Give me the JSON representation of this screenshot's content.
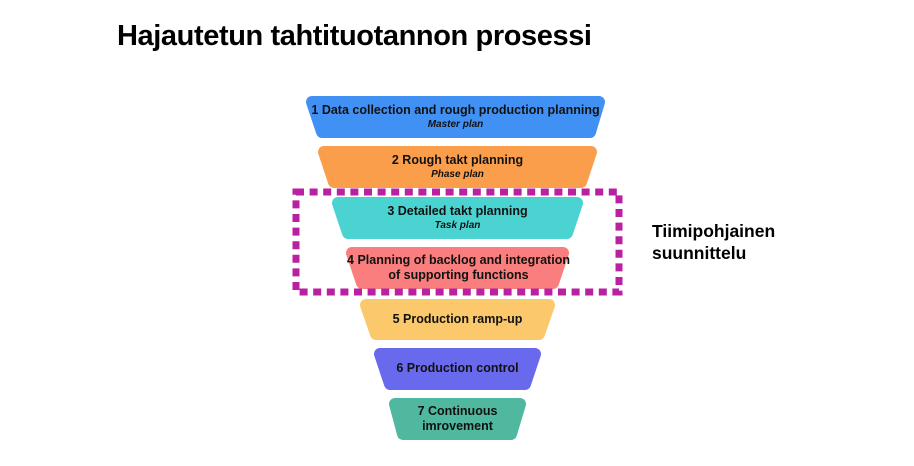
{
  "title": "Hajautetun tahtituotannon prosessi",
  "annotation": {
    "label": "Tiimipohjainen suunnittelu",
    "box_color": "#BA20A2"
  },
  "funnel": {
    "steps": [
      {
        "label": "1 Data collection and rough production planning",
        "sublabel": "Master plan",
        "color": "#4191F5"
      },
      {
        "label": "2 Rough takt planning",
        "sublabel": "Phase plan",
        "color": "#FB9E4C"
      },
      {
        "label": "3 Detailed takt planning",
        "sublabel": "Task plan",
        "color": "#4BD3D1"
      },
      {
        "label": "4 Planning of backlog and integration of supporting functions",
        "sublabel": "",
        "color": "#F97E7D"
      },
      {
        "label": "5 Production ramp-up",
        "sublabel": "",
        "color": "#FBC96B"
      },
      {
        "label": "6 Production control",
        "sublabel": "",
        "color": "#6969EE"
      },
      {
        "label": "7 Continuous imrovement",
        "sublabel": "",
        "color": "#50B89E"
      }
    ]
  }
}
